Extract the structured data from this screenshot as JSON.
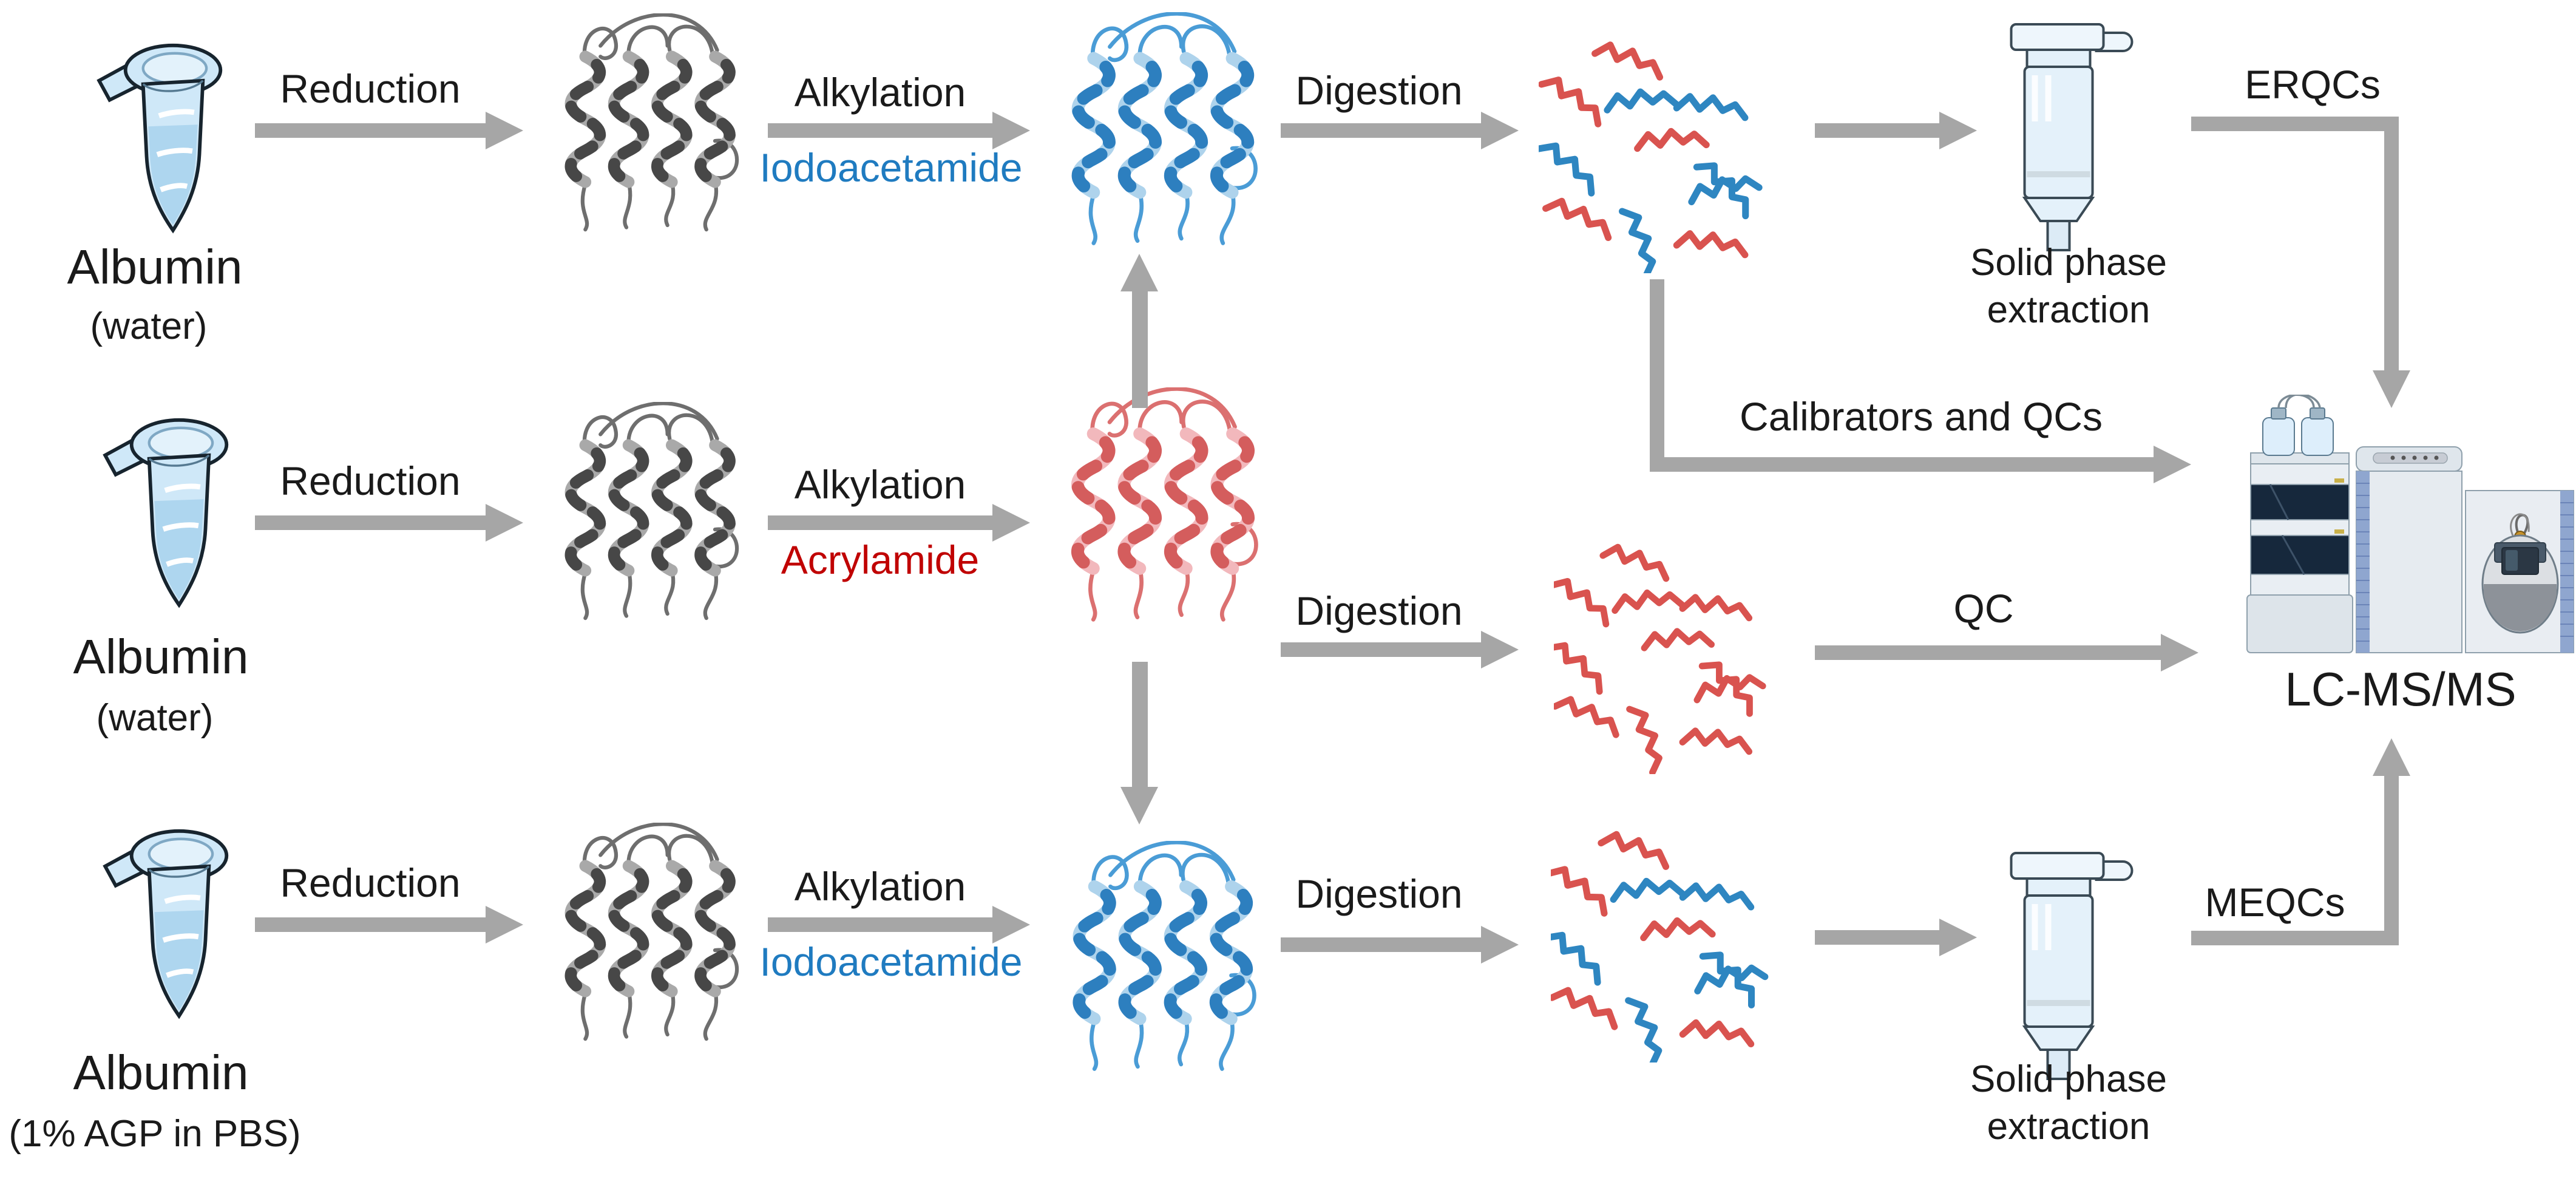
{
  "colors": {
    "arrow_gray": "#a6a6a6",
    "reagent_blue": "#1f7bc0",
    "reagent_red": "#c00000",
    "peptide_red": "#d9534f",
    "peptide_blue": "#2e86c1",
    "tube_blue": "#cfe8f8",
    "text": "#1a1a1a"
  },
  "rows": [
    {
      "sample": "Albumin",
      "matrix": "(water)",
      "reduction": "Reduction",
      "alkylation": "Alkylation",
      "reagent": "Iodoacetamide",
      "digestion": "Digestion",
      "spe_line1": "Solid phase",
      "spe_line2": "extraction",
      "route": "ERQCs"
    },
    {
      "sample": "Albumin",
      "matrix": "(water)",
      "reduction": "Reduction",
      "alkylation": "Alkylation",
      "reagent": "Acrylamide",
      "digestion": "Digestion",
      "route": "QC",
      "calibrators": "Calibrators and QCs"
    },
    {
      "sample": "Albumin",
      "matrix": "(1% AGP in PBS)",
      "reduction": "Reduction",
      "alkylation": "Alkylation",
      "reagent": "Iodoacetamide",
      "digestion": "Digestion",
      "spe_line1": "Solid phase",
      "spe_line2": "extraction",
      "route": "MEQCs"
    }
  ],
  "instrument": {
    "label": "LC-MS/MS"
  }
}
